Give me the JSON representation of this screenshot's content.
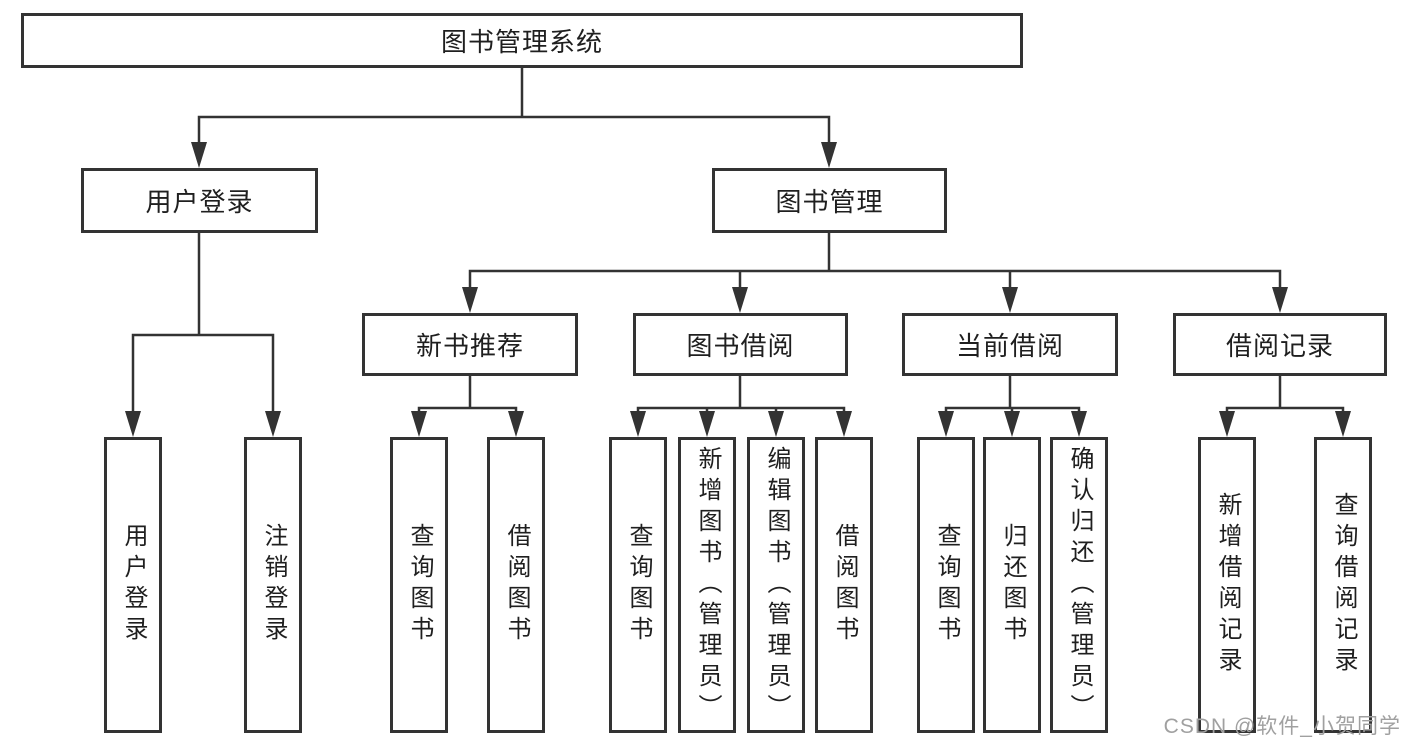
{
  "root": {
    "label": "图书管理系统"
  },
  "branches": [
    {
      "label": "用户登录"
    },
    {
      "label": "图书管理"
    }
  ],
  "modules": [
    {
      "label": "新书推荐"
    },
    {
      "label": "图书借阅"
    },
    {
      "label": "当前借阅"
    },
    {
      "label": "借阅记录"
    }
  ],
  "leaves": {
    "login": [
      "用户登录",
      "注销登录"
    ],
    "new_books": [
      "查询图书",
      "借阅图书"
    ],
    "borrowing": [
      "查询图书",
      "新增图书（管理员）",
      "编辑图书（管理员）",
      "借阅图书"
    ],
    "current": [
      "查询图书",
      "归还图书",
      "确认归还（管理员）"
    ],
    "records": [
      "新增借阅记录",
      "查询借阅记录"
    ]
  },
  "watermark": {
    "text": "CSDN @软件_小贺同学"
  },
  "colors": {
    "line": "#333333",
    "box_border": "#333333",
    "text": "#1f1f1f",
    "watermark": "#a0a0a0",
    "background": "#ffffff"
  }
}
